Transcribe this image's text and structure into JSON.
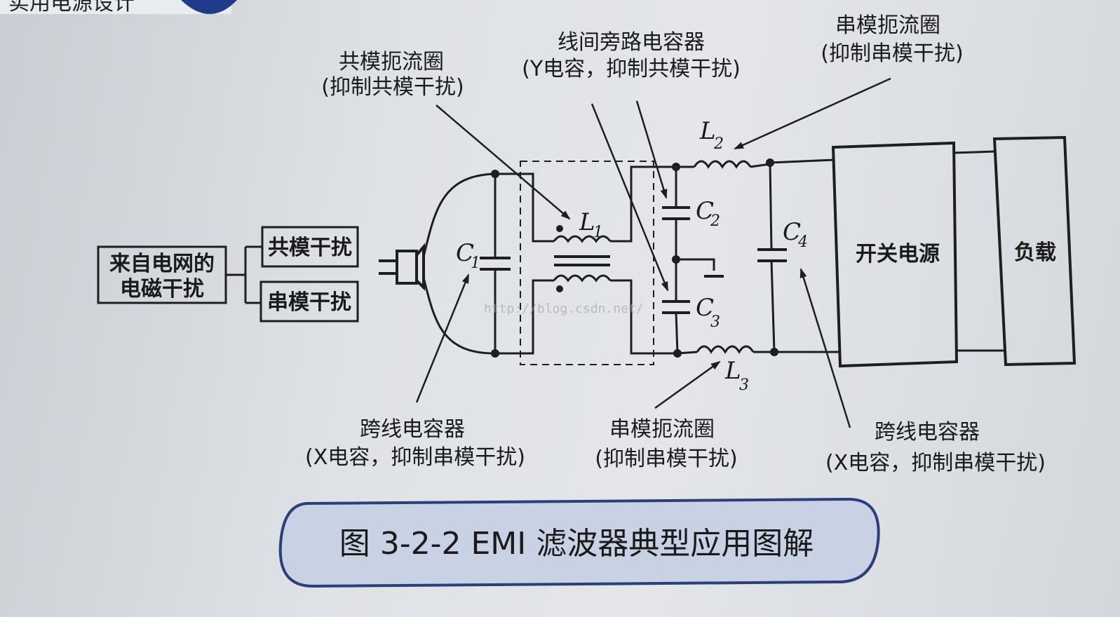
{
  "header_fragment": "实用电源设计",
  "source_box": {
    "line1": "来自电网的",
    "line2": "电磁干扰"
  },
  "interference_types": {
    "common_mode": "共模干扰",
    "series_mode": "串模干扰"
  },
  "components": {
    "C1": {
      "letter": "C",
      "sub": "1"
    },
    "C2": {
      "letter": "C",
      "sub": "2"
    },
    "C3": {
      "letter": "C",
      "sub": "3"
    },
    "C4": {
      "letter": "C",
      "sub": "4"
    },
    "L1": {
      "letter": "L",
      "sub": "1"
    },
    "L2": {
      "letter": "L",
      "sub": "2"
    },
    "L3": {
      "letter": "L",
      "sub": "3"
    }
  },
  "blocks": {
    "smps": "开关电源",
    "load": "负载"
  },
  "annotations": {
    "cm_choke": {
      "line1": "共模扼流圈",
      "line2": "(抑制共模干扰)"
    },
    "y_cap": {
      "line1": "线间旁路电容器",
      "line2": "(Y电容，抑制共模干扰)"
    },
    "sm_choke_top": {
      "line1": "串模扼流圈",
      "line2": "(抑制串模干扰)"
    },
    "x_cap_left": {
      "line1": "跨线电容器",
      "line2": "(X电容，抑制串模干扰)"
    },
    "sm_choke_bottom": {
      "line1": "串模扼流圈",
      "line2": "(抑制串模干扰)"
    },
    "x_cap_right": {
      "line1": "跨线电容器",
      "line2": "(X电容，抑制串模干扰)"
    }
  },
  "watermark": "http://blog.csdn.net/",
  "caption": "图 3-2-2 EMI 滤波器典型应用图解",
  "colors": {
    "caption_fill": "#c9d2e4",
    "caption_border": "#2b3f78",
    "ink": "#1e1e1e"
  }
}
